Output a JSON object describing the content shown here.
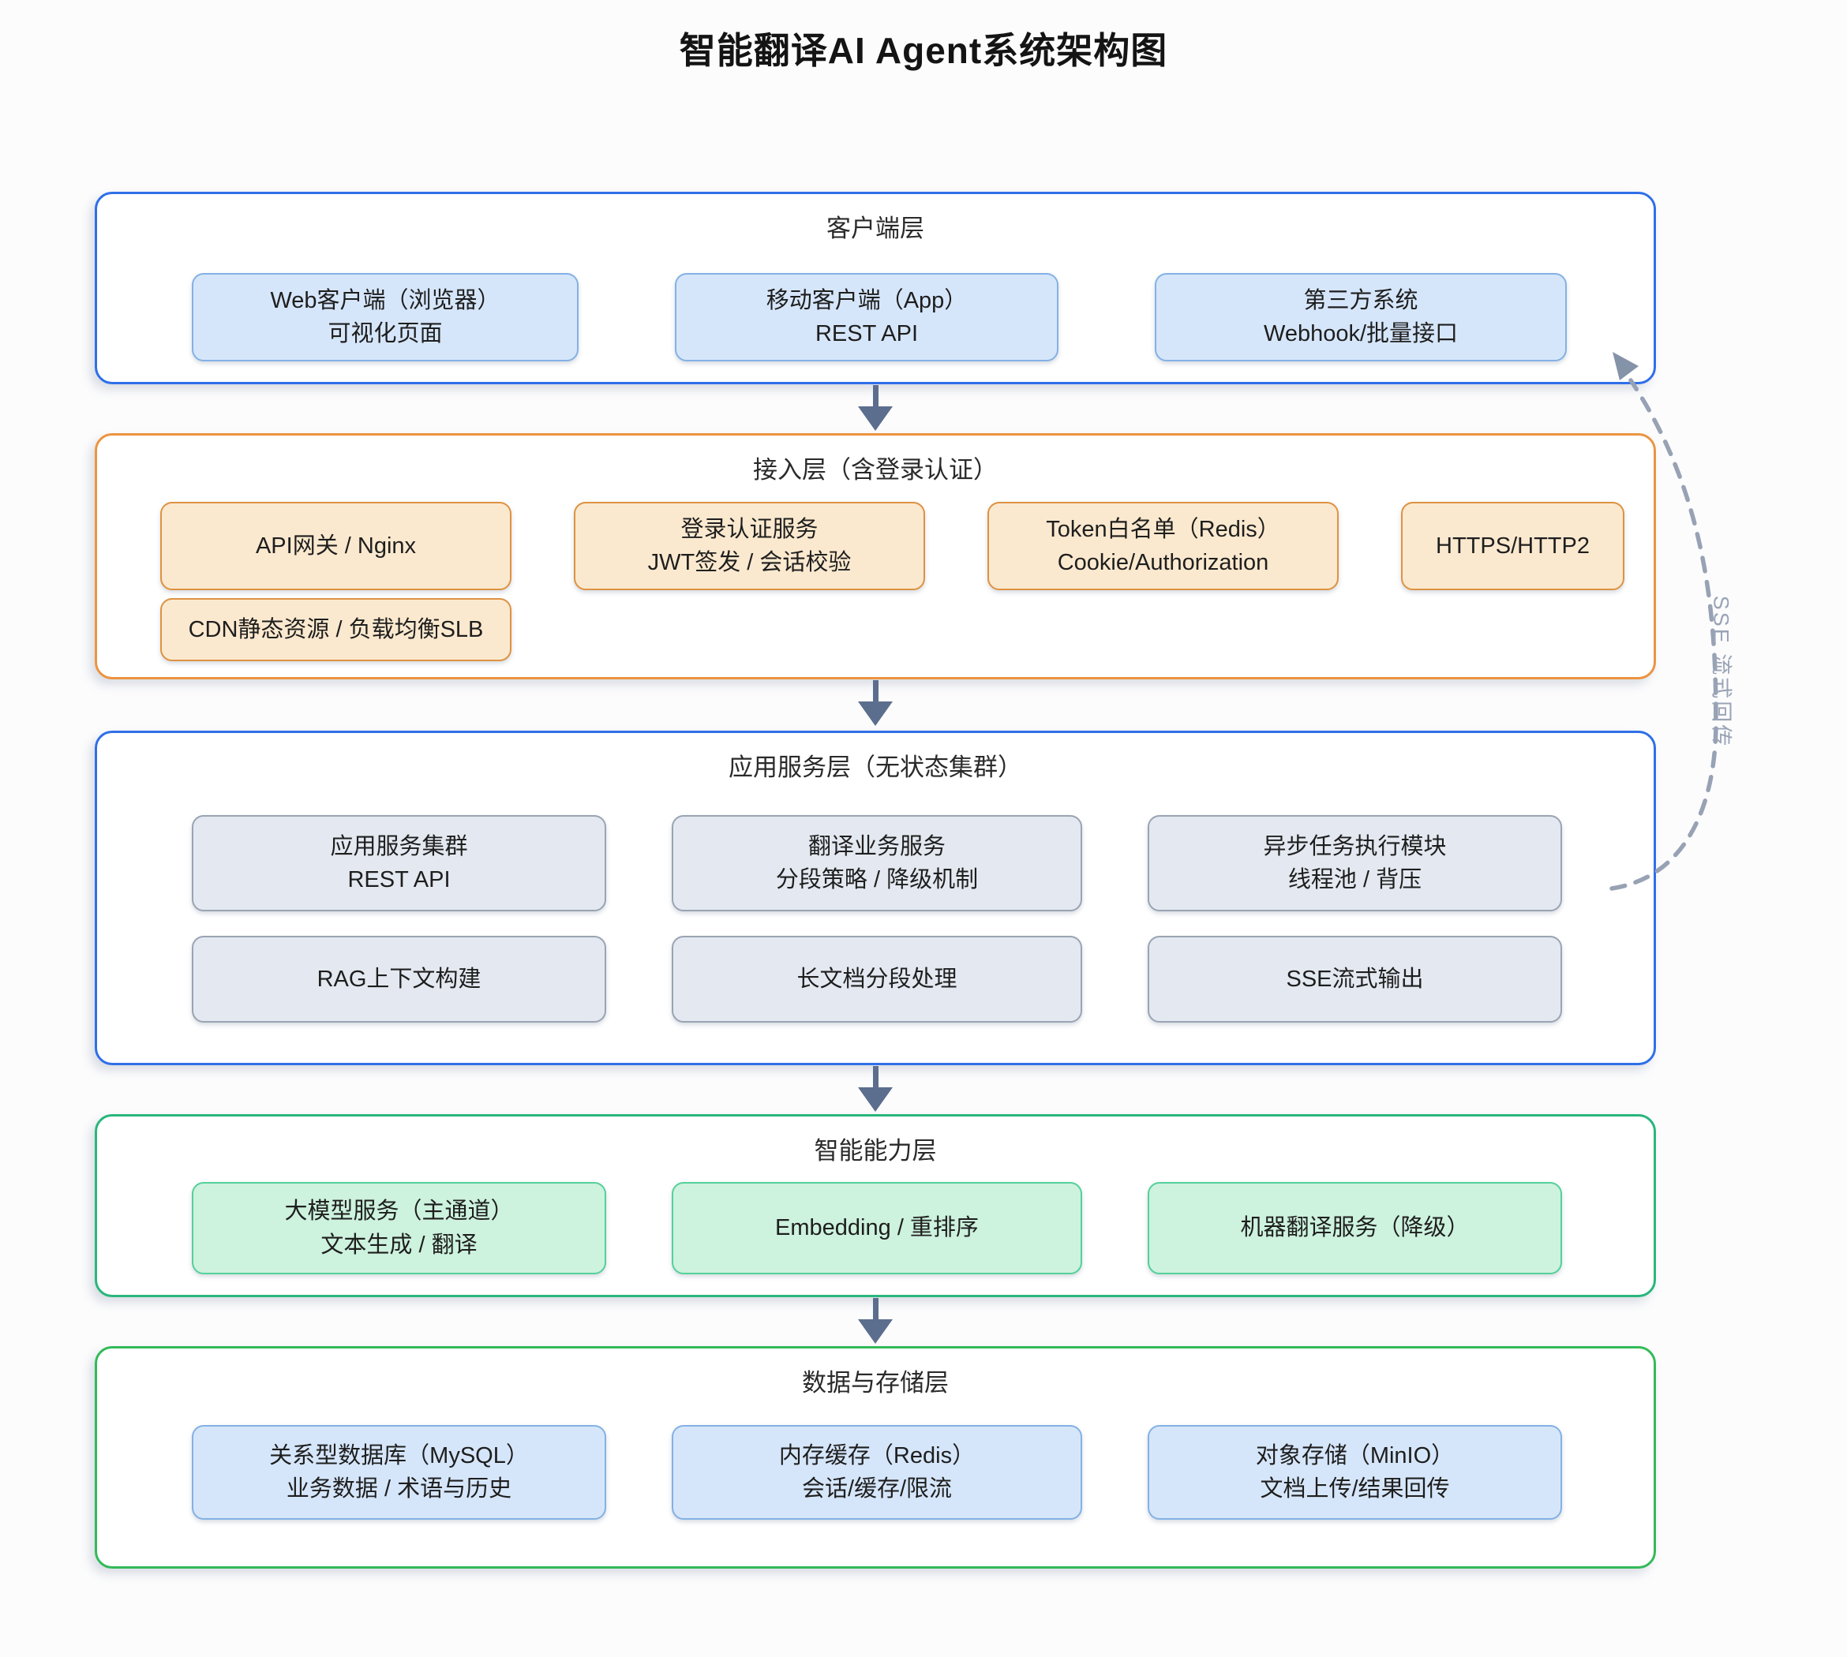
{
  "title": "智能翻译AI Agent系统架构图",
  "sse_arrow_label": "SSE 流式回传",
  "colors": {
    "layer_blue": "#2f6fe8",
    "layer_orange": "#ec9440",
    "layer_green": "#29b67c",
    "layer_green2": "#33ba58",
    "node_blue_fill": "#d6e6fa",
    "node_orange_fill": "#fbe9cf",
    "node_gray_fill": "#e4e9f1",
    "node_green_fill": "#cdf2de",
    "arrow": "#5c6e8d",
    "dashed_arrow": "#97a2b4"
  },
  "layers": [
    {
      "label": "客户端层",
      "boxes": [
        {
          "l1": "Web客户端（浏览器）",
          "l2": "可视化页面"
        },
        {
          "l1": "移动客户端（App）",
          "l2": "REST API"
        },
        {
          "l1": "第三方系统",
          "l2": "Webhook/批量接口"
        }
      ]
    },
    {
      "label": "接入层（含登录认证）",
      "row1": [
        {
          "l1": "API网关 / Nginx"
        },
        {
          "l1": "登录认证服务",
          "l2": "JWT签发 / 会话校验"
        },
        {
          "l1": "Token白名单（Redis）",
          "l2": "Cookie/Authorization"
        },
        {
          "l1": "HTTPS/HTTP2"
        }
      ],
      "row2": [
        {
          "l1": "CDN静态资源 / 负载均衡SLB"
        }
      ]
    },
    {
      "label": "应用服务层（无状态集群）",
      "row1": [
        {
          "l1": "应用服务集群",
          "l2": "REST API"
        },
        {
          "l1": "翻译业务服务",
          "l2": "分段策略 / 降级机制"
        },
        {
          "l1": "异步任务执行模块",
          "l2": "线程池 / 背压"
        }
      ],
      "row2": [
        {
          "l1": "RAG上下文构建"
        },
        {
          "l1": "长文档分段处理"
        },
        {
          "l1": "SSE流式输出"
        }
      ]
    },
    {
      "label": "智能能力层",
      "boxes": [
        {
          "l1": "大模型服务（主通道）",
          "l2": "文本生成 / 翻译"
        },
        {
          "l1": "Embedding / 重排序"
        },
        {
          "l1": "机器翻译服务（降级）"
        }
      ]
    },
    {
      "label": "数据与存储层",
      "boxes": [
        {
          "l1": "关系型数据库（MySQL）",
          "l2": "业务数据 / 术语与历史"
        },
        {
          "l1": "内存缓存（Redis）",
          "l2": "会话/缓存/限流"
        },
        {
          "l1": "对象存储（MinIO）",
          "l2": "文档上传/结果回传"
        }
      ]
    }
  ]
}
